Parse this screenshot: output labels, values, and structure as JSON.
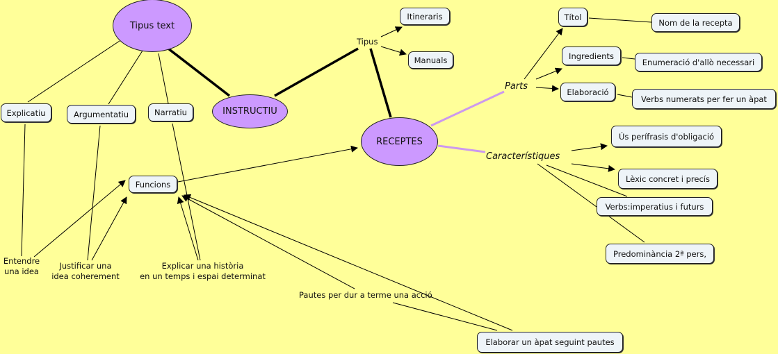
{
  "colors": {
    "background": "#ffff99",
    "concept_ellipse": "#cc99ff",
    "concept_box": "#eef4f8",
    "purple_link": "#cc99ee",
    "line": "#000000"
  },
  "concepts": {
    "tipus_text": "Tipus text",
    "instructiu": "INSTRUCTIU",
    "receptes": "RECEPTES",
    "explicatiu": "Explicatiu",
    "argumentatiu": "Argumentatiu",
    "narratiu": "Narratiu",
    "funcions": "Funcions",
    "itineraris": "Itineraris",
    "manuals": "Manuals",
    "titol": "Títol",
    "nom_recepta": "Nom de la recepta",
    "ingredients": "Ingredients",
    "enumeracio": "Enumeració d'allò necessari",
    "elaboracio": "Elaboració",
    "verbs_numerats": "Verbs numerats per fer un àpat",
    "us_perifrasis": "Ús perífrasis d'obligació",
    "lexic": "Lèxic concret i precís",
    "verbs_imperatius": "Verbs:imperatius i futurs",
    "predominancia": "Predominància 2ª pers,",
    "elaborar_apat": "Elaborar un àpat seguint pautes"
  },
  "link_labels": {
    "tipus": "Tipus",
    "parts": "Parts",
    "caracteristiques": "Característiques",
    "entendre_1": "Entendre",
    "entendre_2": "una idea",
    "justificar_1": "Justificar una",
    "justificar_2": "idea coherement",
    "explicar_1": "Explicar una història",
    "explicar_2": "en un temps i espai determinat",
    "pautes": "Pautes per dur a terme una acció"
  }
}
